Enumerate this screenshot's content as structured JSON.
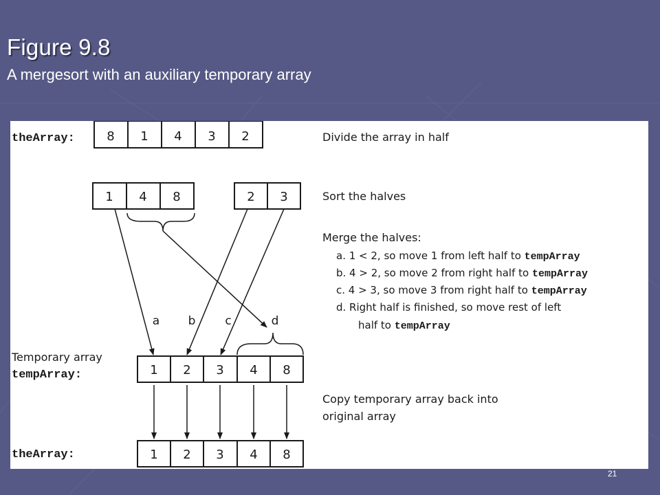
{
  "slide": {
    "title": "Figure 9.8",
    "subtitle": "A mergesort with an auxiliary temporary array",
    "page_number": "21"
  },
  "diagram": {
    "the_array_label": "theArray:",
    "temp_array_label": "Temporary array",
    "temp_array_code": "tempArray:",
    "initial_array": [
      "8",
      "1",
      "4",
      "3",
      "2"
    ],
    "left_half": [
      "1",
      "4",
      "8"
    ],
    "right_half": [
      "2",
      "3"
    ],
    "temp_array": [
      "1",
      "2",
      "3",
      "4",
      "8"
    ],
    "final_array": [
      "1",
      "2",
      "3",
      "4",
      "8"
    ],
    "arrow_labels": [
      "a",
      "b",
      "c",
      "d"
    ],
    "steps": {
      "divide": "Divide the array in half",
      "sort": "Sort the halves",
      "merge_heading": "Merge the halves:",
      "merge_a_text": "a. 1 < 2, so move 1 from left half to ",
      "merge_b_text": "b. 4 > 2, so move 2 from right half to ",
      "merge_c_text": "c. 4 > 3, so move 3 from right half to ",
      "merge_d_text_1": "d. Right half is finished, so move rest of left",
      "merge_d_text_2": "half to ",
      "code_name": "tempArray",
      "copy_1": "Copy temporary array back into",
      "copy_2": "original array"
    }
  },
  "colors": {
    "background": "#565985",
    "panel": "#ffffff",
    "ink": "#1a1a1a",
    "title": "#ffffff"
  }
}
